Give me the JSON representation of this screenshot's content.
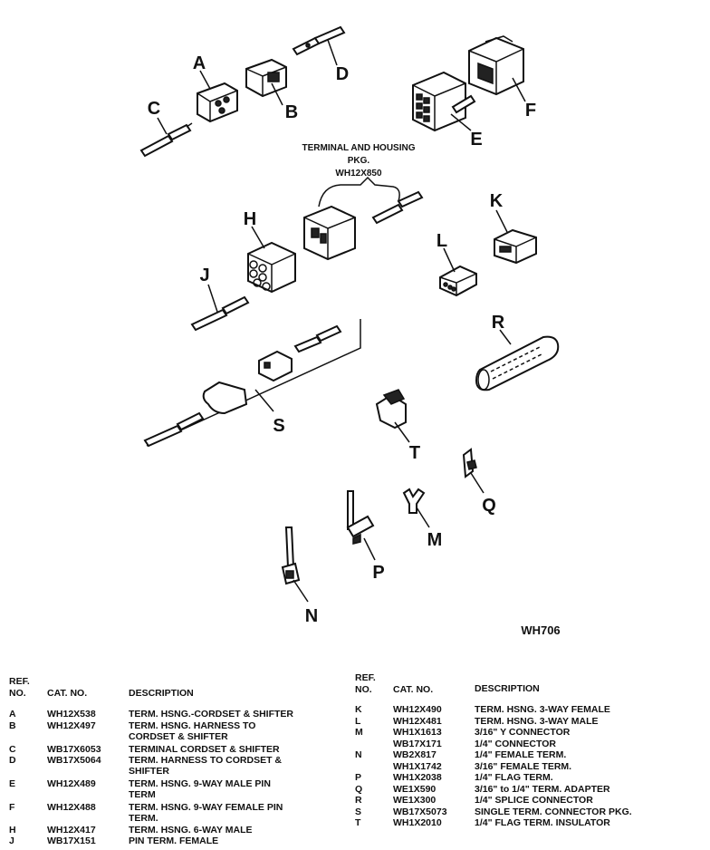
{
  "diagram": {
    "callouts": [
      "A",
      "B",
      "C",
      "D",
      "E",
      "F",
      "H",
      "J",
      "K",
      "L",
      "R",
      "S",
      "T",
      "Q",
      "M",
      "P",
      "N"
    ],
    "package_label": [
      "TERMINAL AND HOUSING",
      "PKG.",
      "WH12X850"
    ],
    "figure_ref": "WH706"
  },
  "left_table": {
    "header": {
      "ref_line1": "REF.",
      "ref_line2": "NO.",
      "cat": "CAT. NO.",
      "desc": "DESCRIPTION"
    },
    "rows": [
      {
        "ref": "A",
        "cat": "WH12X538",
        "desc": [
          "TERM. HSNG.-CORDSET & SHIFTER"
        ]
      },
      {
        "ref": "B",
        "cat": "WH12X497",
        "desc": [
          "TERM. HSNG. HARNESS TO",
          "CORDSET & SHIFTER"
        ]
      },
      {
        "ref": "C",
        "cat": "WB17X6053",
        "desc": [
          "TERMINAL CORDSET & SHIFTER"
        ]
      },
      {
        "ref": "D",
        "cat": "WB17X5064",
        "desc": [
          "TERM. HARNESS TO CORDSET &",
          "SHIFTER"
        ]
      },
      {
        "ref": "E",
        "cat": "WH12X489",
        "desc": [
          "TERM. HSNG. 9-WAY MALE PIN",
          "TERM"
        ]
      },
      {
        "ref": "F",
        "cat": "WH12X488",
        "desc": [
          "TERM. HSNG. 9-WAY FEMALE PIN",
          "TERM."
        ]
      },
      {
        "ref": "H",
        "cat": "WH12X417",
        "desc": [
          "TERM. HSNG. 6-WAY MALE"
        ]
      },
      {
        "ref": "J",
        "cat": "WB17X151",
        "desc": [
          "PIN TERM. FEMALE"
        ]
      }
    ]
  },
  "right_table": {
    "header": {
      "ref_line1": "REF.",
      "ref_line2": "NO.",
      "cat": "CAT. NO.",
      "desc": "DESCRIPTION"
    },
    "rows": [
      {
        "ref": "K",
        "cat": "WH12X490",
        "desc": "TERM. HSNG. 3-WAY FEMALE"
      },
      {
        "ref": "L",
        "cat": "WH12X481",
        "desc": "TERM. HSNG. 3-WAY MALE"
      },
      {
        "ref": "M",
        "cat": "WH1X1613",
        "desc": "3/16\" Y CONNECTOR"
      },
      {
        "ref": "",
        "cat": "WB17X171",
        "desc": "1/4\" CONNECTOR"
      },
      {
        "ref": "N",
        "cat": "WB2X817",
        "desc": "1/4\" FEMALE TERM."
      },
      {
        "ref": "",
        "cat": "WH1X1742",
        "desc": "3/16\" FEMALE TERM."
      },
      {
        "ref": "P",
        "cat": "WH1X2038",
        "desc": "1/4\" FLAG TERM."
      },
      {
        "ref": "Q",
        "cat": "WE1X590",
        "desc": "3/16\" to 1/4\" TERM. ADAPTER"
      },
      {
        "ref": "R",
        "cat": "WE1X300",
        "desc": "1/4\" SPLICE CONNECTOR"
      },
      {
        "ref": "S",
        "cat": "WB17X5073",
        "desc": "SINGLE TERM. CONNECTOR PKG."
      },
      {
        "ref": "T",
        "cat": "WH1X2010",
        "desc": "1/4\" FLAG TERM. INSULATOR"
      }
    ]
  }
}
